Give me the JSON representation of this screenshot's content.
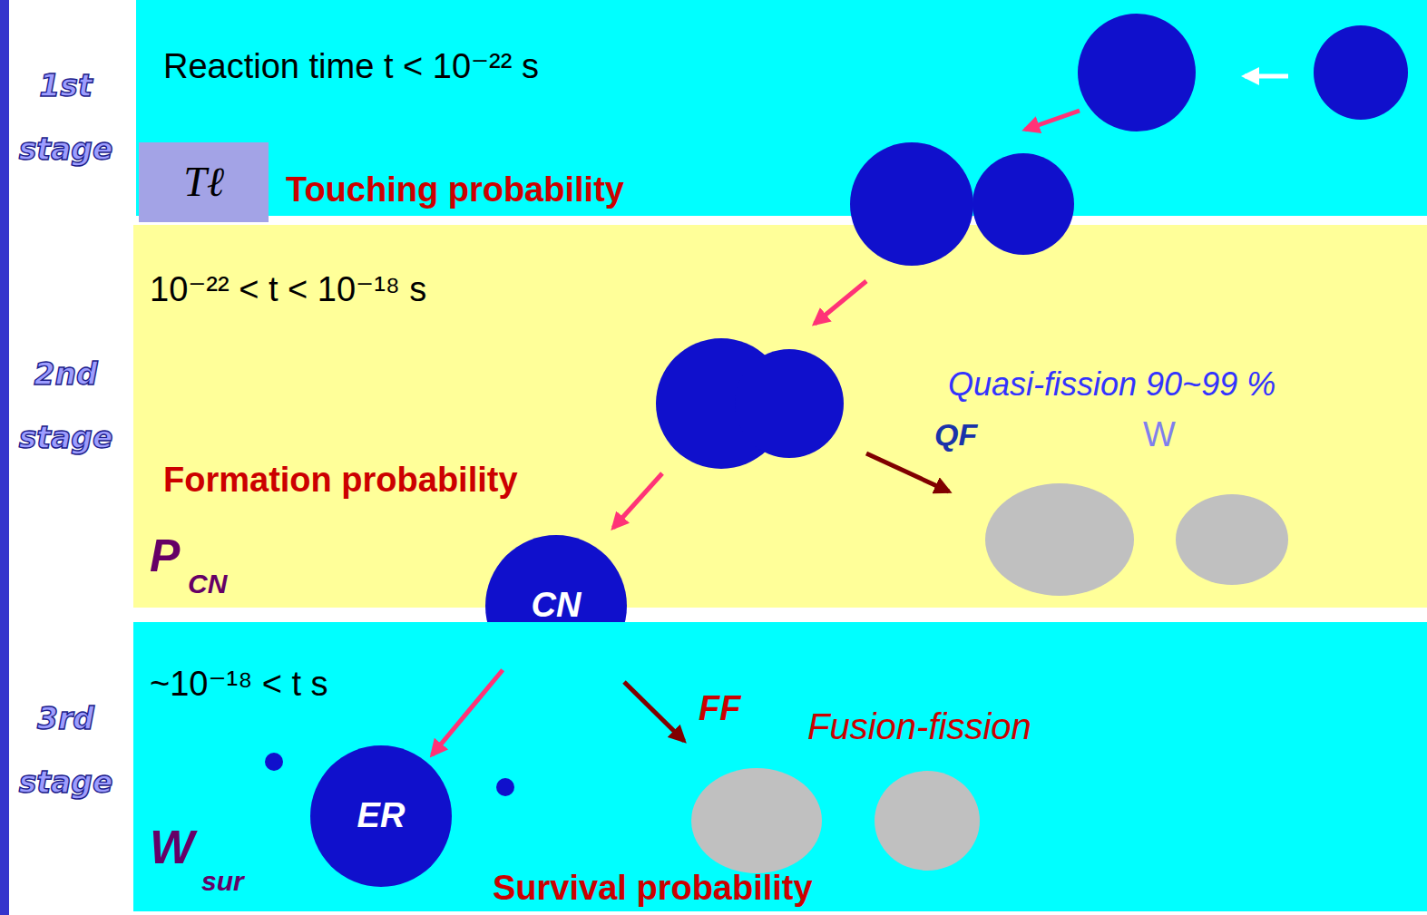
{
  "diagram": {
    "nodes": [
      {
        "text": [
          "Reaction time t < 10⁻²² s",
          "Touching probability"
        ]
      },
      {
        "text": [
          "Tℓ"
        ],
        "in": 0
      },
      {
        "text": [
          "10⁻²² < t < 10⁻¹⁸ s",
          "Formation probability",
          "P",
          "CN",
          "Quasi-fission 90~99 %",
          "QF",
          "W"
        ]
      },
      {
        "text": [
          "CN"
        ],
        "in": 2
      },
      {
        "text": [
          "~10⁻¹⁸ < t s",
          "FF",
          "Fusion-fission",
          "W",
          "sur",
          "Survival probability"
        ]
      },
      {
        "text": [
          "ER"
        ],
        "in": 4
      }
    ],
    "edges": [
      {
        "from": 3,
        "to": 5,
        "arrow": "to"
      }
    ],
    "labels": [
      "1st stage",
      "2nd stage",
      "3rd stage"
    ]
  }
}
